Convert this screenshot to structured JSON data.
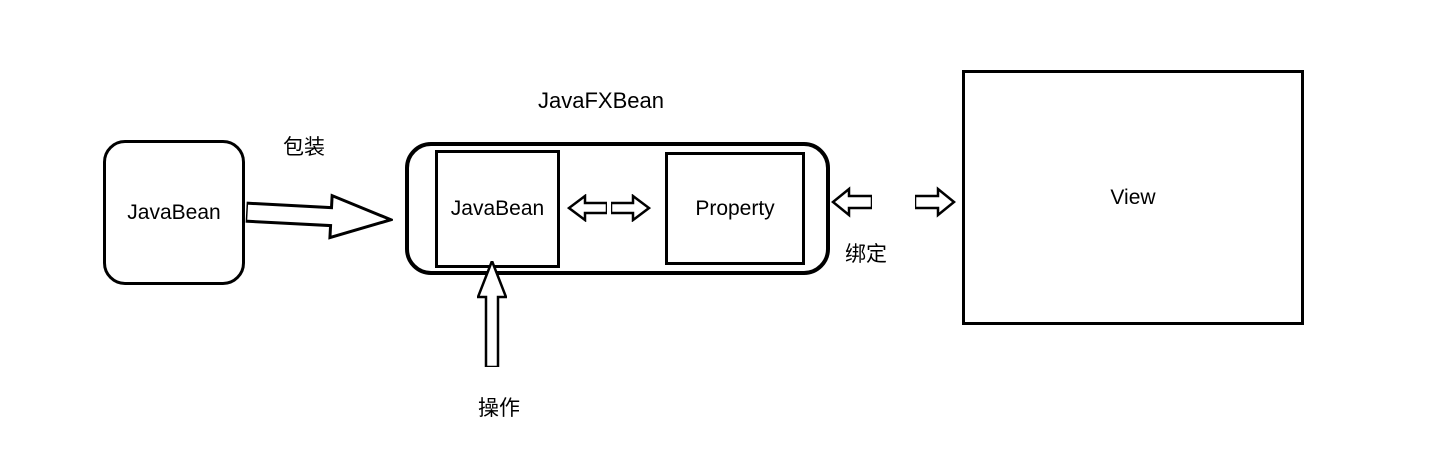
{
  "colors": {
    "line": "#000000",
    "background": "#ffffff"
  },
  "diagram": {
    "left_bean": {
      "label": "JavaBean"
    },
    "wrap_arrow": {
      "label": "包装",
      "icon": "arrow-right"
    },
    "javafxbean": {
      "title": "JavaFXBean",
      "inner_bean": {
        "label": "JavaBean"
      },
      "property": {
        "label": "Property"
      },
      "exchange_icons": [
        "arrow-left",
        "arrow-right"
      ]
    },
    "binding": {
      "label": "绑定",
      "icons": [
        "arrow-left",
        "arrow-right"
      ]
    },
    "operation": {
      "label": "操作",
      "icon": "arrow-up"
    },
    "view": {
      "label": "View"
    }
  }
}
